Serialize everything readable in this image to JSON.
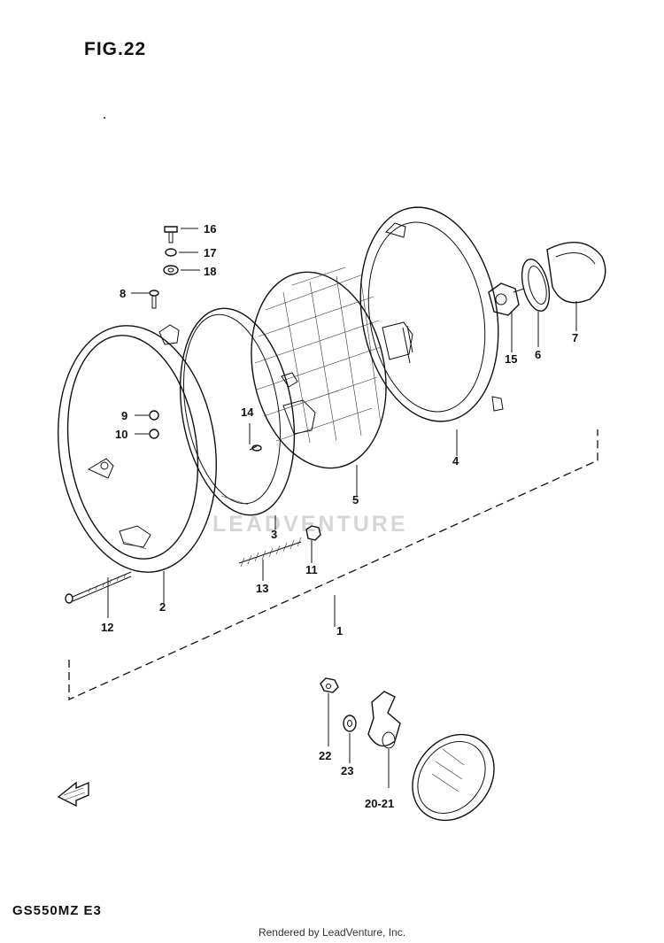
{
  "figure": {
    "title": "FIG.22",
    "model_code": "GS550MZ E3",
    "watermark": "LEADVENTURE",
    "footer": "Rendered by LeadVenture, Inc."
  },
  "callouts": [
    {
      "id": "c1",
      "label": "1"
    },
    {
      "id": "c2",
      "label": "2"
    },
    {
      "id": "c3",
      "label": "3"
    },
    {
      "id": "c4",
      "label": "4"
    },
    {
      "id": "c5",
      "label": "5"
    },
    {
      "id": "c6",
      "label": "6"
    },
    {
      "id": "c7",
      "label": "7"
    },
    {
      "id": "c8",
      "label": "8"
    },
    {
      "id": "c9",
      "label": "9"
    },
    {
      "id": "c10",
      "label": "10"
    },
    {
      "id": "c11",
      "label": "11"
    },
    {
      "id": "c12",
      "label": "12"
    },
    {
      "id": "c13",
      "label": "13"
    },
    {
      "id": "c14",
      "label": "14"
    },
    {
      "id": "c15",
      "label": "15"
    },
    {
      "id": "c16",
      "label": "16"
    },
    {
      "id": "c17",
      "label": "17"
    },
    {
      "id": "c18",
      "label": "18"
    },
    {
      "id": "c20",
      "label": "20-21"
    },
    {
      "id": "c22",
      "label": "22"
    },
    {
      "id": "c23",
      "label": "23"
    }
  ],
  "icons": {
    "direction_arrow": "front-arrow-icon"
  }
}
